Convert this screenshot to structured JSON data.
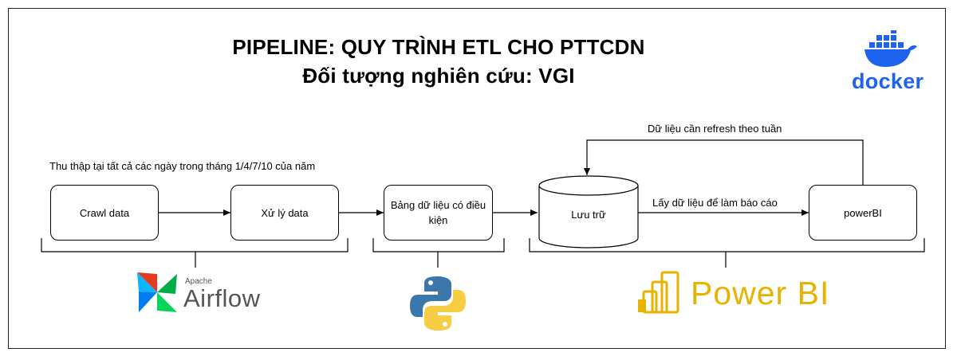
{
  "title": {
    "line1": "PIPELINE: QUY TRÌNH ETL CHO PTTCDN",
    "line2": "Đối tượng nghiên cứu: VGI"
  },
  "notes": {
    "collect": "Thu thập tại tất cả các ngày trong tháng 1/4/7/10 của năm",
    "refresh": "Dữ liệu cần refresh theo tuần",
    "report": "Lấy dữ liệu để làm báo cáo"
  },
  "nodes": {
    "crawl": "Crawl data",
    "process": "Xử lý data",
    "table": "Bảng dữ liệu có điều kiện",
    "storage": "Lưu trữ",
    "powerbi": "powerBI"
  },
  "logos": {
    "airflow_sub": "Apache",
    "airflow": "Airflow",
    "powerbi": "Power BI",
    "docker": "docker"
  },
  "colors": {
    "docker_blue": "#1d63ed",
    "powerbi_yellow": "#e8b200",
    "python_blue": "#3b77a8",
    "python_yellow": "#f7cd43"
  },
  "icons": [
    "airflow-pinwheel-icon",
    "python-icon",
    "powerbi-icon",
    "docker-whale-icon"
  ]
}
